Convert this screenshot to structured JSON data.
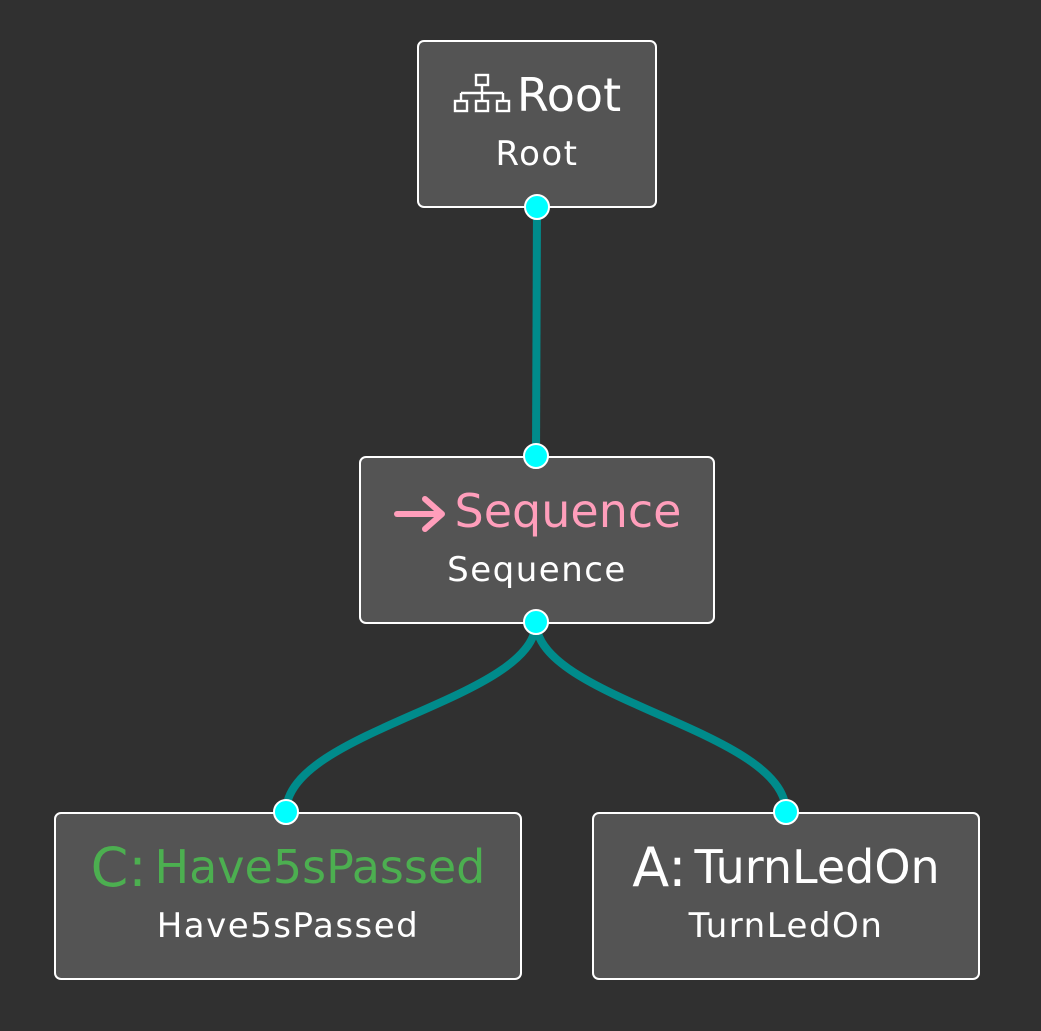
{
  "colors": {
    "background": "#303030",
    "node_fill": "#545454",
    "node_border": "#ffffff",
    "edge": "#008b8b",
    "port": "#00ffff",
    "sequence_accent": "#ff9ebb",
    "condition_accent": "#4caf50"
  },
  "nodes": {
    "root": {
      "icon": "tree-hierarchy-icon",
      "title": "Root",
      "name": "Root"
    },
    "sequence": {
      "icon": "arrow-right-icon",
      "title": "Sequence",
      "name": "Sequence"
    },
    "condition": {
      "prefix": "C:",
      "title": "Have5sPassed",
      "name": "Have5sPassed"
    },
    "action": {
      "prefix": "A:",
      "title": "TurnLedOn",
      "name": "TurnLedOn"
    }
  },
  "edges": [
    {
      "from": "root",
      "to": "sequence"
    },
    {
      "from": "sequence",
      "to": "condition"
    },
    {
      "from": "sequence",
      "to": "action"
    }
  ]
}
